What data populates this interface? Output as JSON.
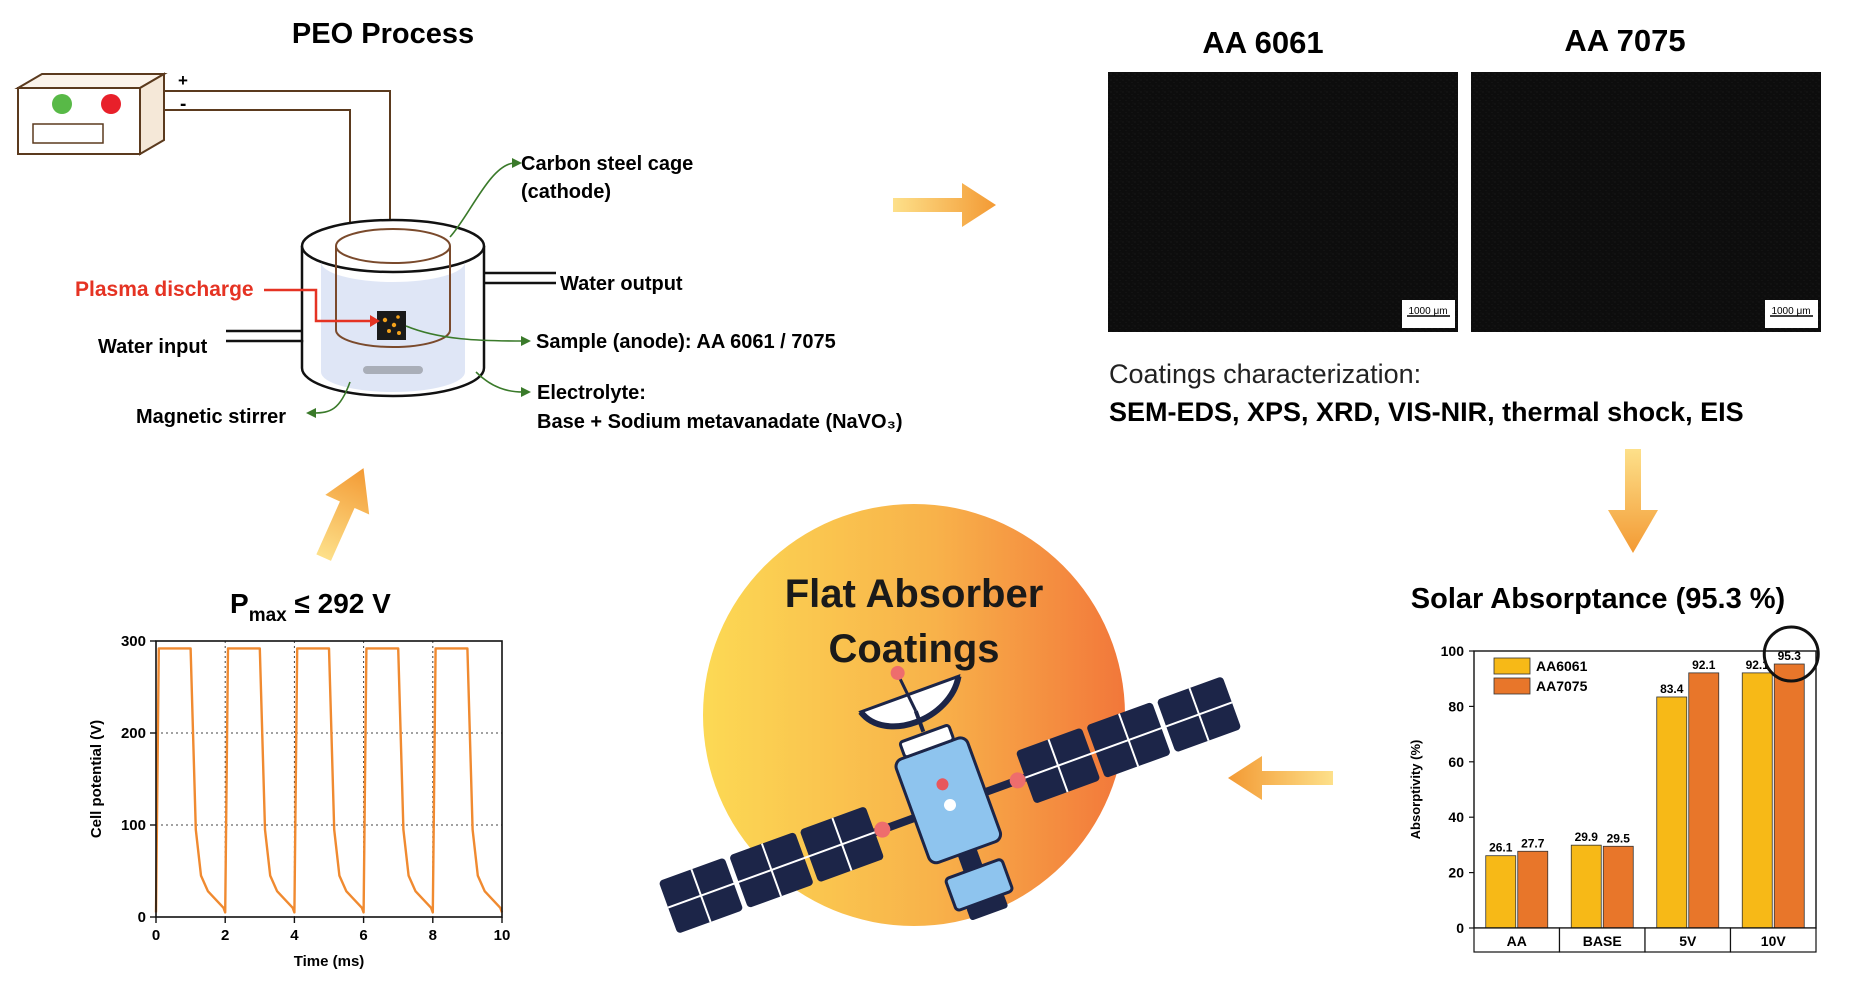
{
  "peo": {
    "title": "PEO Process",
    "plus": "+",
    "minus": "-",
    "cage_label_1": "Carbon steel cage",
    "cage_label_2": "(cathode)",
    "plasma_label": "Plasma discharge",
    "water_output": "Water output",
    "water_input": "Water input",
    "sample_label": "Sample (anode): AA 6061 / 7075",
    "electrolyte_1": "Electrolyte:",
    "electrolyte_2": "Base + Sodium metavanadate (NaVO₃)",
    "stirrer_label": "Magnetic stirrer"
  },
  "samples": {
    "left_title": "AA 6061",
    "right_title": "AA 7075",
    "scale_left": "1000 μm",
    "scale_right": "1000 μm",
    "charact_title": "Coatings characterization:",
    "charact_methods": "SEM-EDS, XPS, XRD, VIS-NIR, thermal shock, EIS"
  },
  "center": {
    "line1": "Flat Absorber",
    "line2": "Coatings"
  },
  "pulse": {
    "title_main": "P",
    "title_sub": "max",
    "title_rest": " ≤ 292 V"
  },
  "solar": {
    "title": "Solar Absorptance (95.3 %)"
  },
  "colors": {
    "orange_line": "#f08a30",
    "bar_aa6061": "#f7b917",
    "bar_aa7075": "#e8762a",
    "arrow_orange": "#f7a53a",
    "plasma_red": "#e53323",
    "led_green": "#58b947",
    "led_red": "#e8202a",
    "panel_navy": "#1c2548",
    "satellite_blue": "#8ec4ee"
  },
  "chart_data": [
    {
      "type": "line",
      "title": "",
      "xlabel": "Time (ms)",
      "ylabel": "Cell potential (V)",
      "xlim": [
        0,
        10
      ],
      "ylim": [
        0,
        300
      ],
      "x_ticks": [
        0,
        2,
        4,
        6,
        8,
        10
      ],
      "y_ticks": [
        0,
        100,
        200,
        300
      ],
      "grid": "dotted",
      "series": [
        {
          "x": [
            0,
            0.08,
            0.2,
            1.0,
            1.15,
            1.3,
            1.5,
            1.7,
            1.95,
            2.0,
            2.08,
            2.2,
            3.0,
            3.15,
            3.3,
            3.5,
            3.7,
            3.95,
            4.0,
            4.08,
            4.2,
            5.0,
            5.15,
            5.3,
            5.5,
            5.7,
            5.95,
            6.0,
            6.08,
            6.2,
            7.0,
            7.15,
            7.3,
            7.5,
            7.7,
            7.95,
            8.0,
            8.08,
            8.2,
            9.0,
            9.15,
            9.3,
            9.5,
            9.7,
            9.95,
            10.0
          ],
          "y": [
            5,
            292,
            292,
            292,
            95,
            45,
            28,
            20,
            10,
            5,
            292,
            292,
            292,
            95,
            45,
            28,
            20,
            10,
            5,
            292,
            292,
            292,
            95,
            45,
            28,
            20,
            10,
            5,
            292,
            292,
            292,
            95,
            45,
            28,
            20,
            10,
            5,
            292,
            292,
            292,
            95,
            45,
            28,
            20,
            10,
            5
          ]
        }
      ]
    },
    {
      "type": "bar",
      "title": "",
      "xlabel": "",
      "ylabel": "Absorptivity (%)",
      "ylim": [
        0,
        100
      ],
      "y_ticks": [
        0,
        20,
        40,
        60,
        80,
        100
      ],
      "categories": [
        "AA",
        "BASE",
        "5V",
        "10V"
      ],
      "legend": "top-left",
      "series": [
        {
          "name": "AA6061",
          "values": [
            26.1,
            29.9,
            83.4,
            92.1
          ],
          "labels": [
            "26.1",
            "29.9",
            "83.4",
            "92.1"
          ]
        },
        {
          "name": "AA7075",
          "values": [
            27.7,
            29.5,
            92.1,
            95.3
          ],
          "labels": [
            "27.7",
            "29.5",
            "92.1",
            "95.3"
          ]
        }
      ],
      "highlight": "95.3"
    }
  ]
}
